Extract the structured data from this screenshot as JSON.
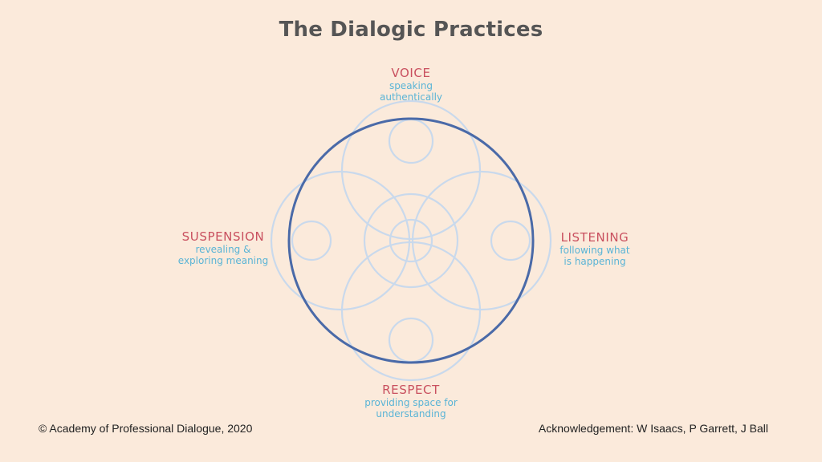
{
  "title": "The Dialogic Practices",
  "practices": {
    "voice": {
      "name": "VOICE",
      "line1": "speaking",
      "line2": "authentically"
    },
    "suspension": {
      "name": "SUSPENSION",
      "line1": "revealing &",
      "line2": "exploring meaning"
    },
    "listening": {
      "name": "LISTENING",
      "line1": "following what",
      "line2": "is happening"
    },
    "respect": {
      "name": "RESPECT",
      "line1": "providing space for",
      "line2": "understanding"
    }
  },
  "footer": {
    "copyright": "© Academy of Professional Dialogue, 2020",
    "acknowledgement": "Acknowledgement: W Isaacs, P Garrett, J Ball"
  },
  "colors": {
    "background": "#fbeadb",
    "outer_circle": "#4a6aa8",
    "inner_circles": "#c9d9ec",
    "practice_name": "#c9505f",
    "practice_desc": "#5ab4d6"
  }
}
